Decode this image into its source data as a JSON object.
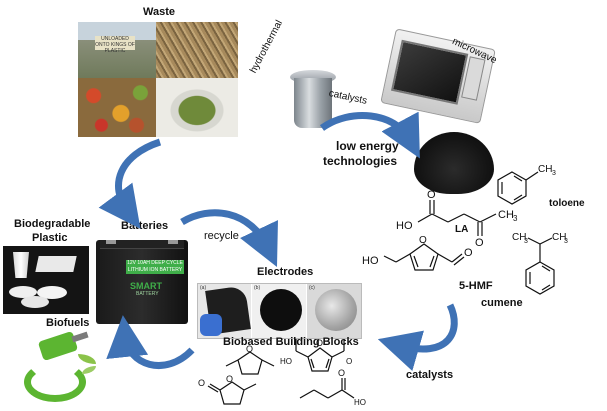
{
  "labels": {
    "waste": "Waste",
    "hydrothermal": "hydrothermal",
    "microwave": "microwave",
    "catalysts_top": "catalysts",
    "low_energy_line1": "low energy",
    "low_energy_line2": "technologies",
    "toloene": "toloene",
    "la": "LA",
    "hmf": "5-HMF",
    "cumene": "cumene",
    "biodegradable_line1": "Biodegradable",
    "biodegradable_line2": "Plastic",
    "batteries": "Batteries",
    "recycle": "recycle",
    "electrodes": "Electrodes",
    "biofuels": "Biofuels",
    "building_blocks": "Biobased Building Blocks",
    "catalysts_bottom": "catalysts"
  },
  "chem": {
    "ch3": "CH",
    "sub3": "3",
    "ho": "HO",
    "o": "O"
  },
  "photos": {
    "waste_sign": "UNLOADED ONTO\nKINGS OF PLASTIC",
    "battery_brand": "SMART",
    "battery_brand2": "BATTERY",
    "battery_type": "12V 10AH DEEP CYCLE\nLITHIUM ION BATTERY",
    "electrode_a": "(a)",
    "electrode_b": "(b)",
    "electrode_c": "(c)"
  },
  "colors": {
    "arrow_blue": "#3f72b5",
    "battery_green": "#3fae49",
    "nozzle_green": "#5cb531"
  }
}
